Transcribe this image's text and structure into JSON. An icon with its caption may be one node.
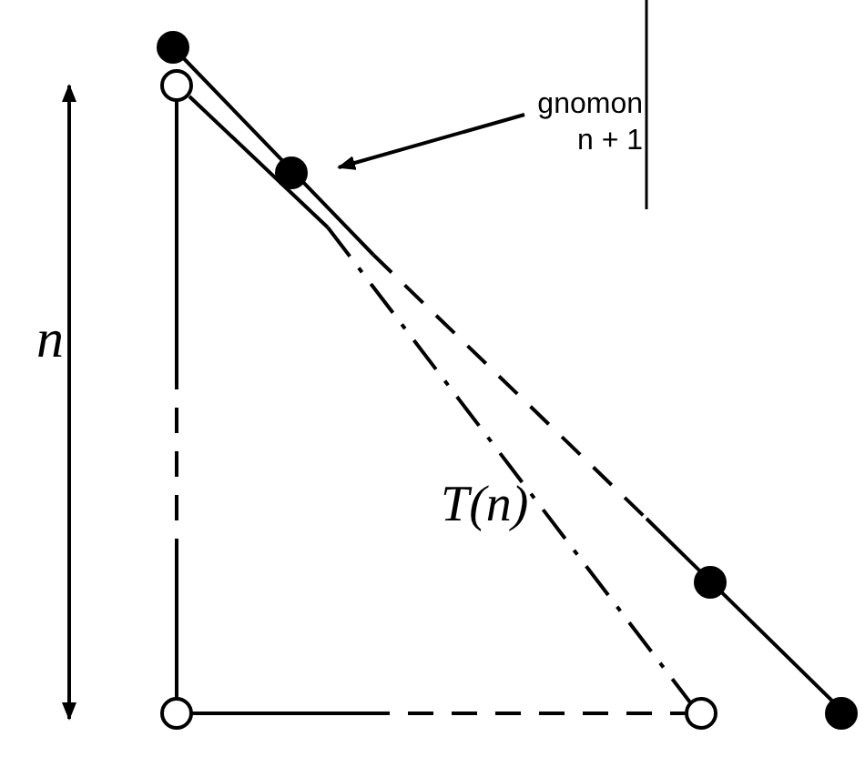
{
  "diagram": {
    "nodes": [
      {
        "text": [
          "gnomon n + 1"
        ]
      },
      {
        "text": [],
        "shape": "picture"
      }
    ],
    "edges": [
      {
        "from": 0,
        "to": 1,
        "arrow": "to"
      }
    ],
    "labels": [
      "n",
      "T(n)"
    ]
  }
}
